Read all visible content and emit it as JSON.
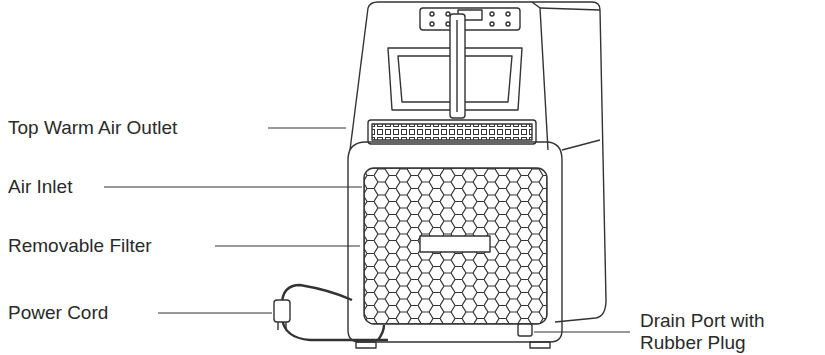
{
  "diagram": {
    "labels": [
      "Top Warm Air Outlet",
      "Air Inlet",
      "Removable Filter",
      "Power Cord",
      "Drain Port with Rubber Plug"
    ]
  }
}
